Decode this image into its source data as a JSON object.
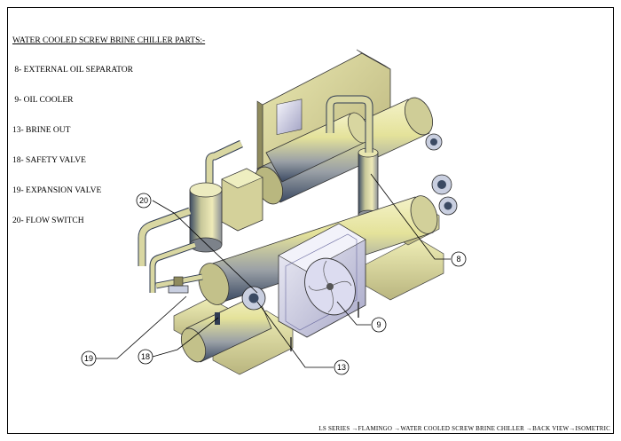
{
  "legend": {
    "title": "WATER COOLED SCREW BRINE CHILLER PARTS:-",
    "items": [
      " 8- EXTERNAL OIL SEPARATOR",
      " 9- OIL COOLER",
      "13- BRINE OUT",
      "18- SAFETY VALVE",
      "19- EXPANSION VALVE",
      "20- FLOW SWITCH"
    ]
  },
  "callouts": [
    "20",
    "8",
    "9",
    "13",
    "18",
    "19"
  ],
  "footer": "LS SERIES →FLAMINGO →WATER COOLED SCREW BRINE CHILLER →BACK VIEW→ISOMETRIC"
}
